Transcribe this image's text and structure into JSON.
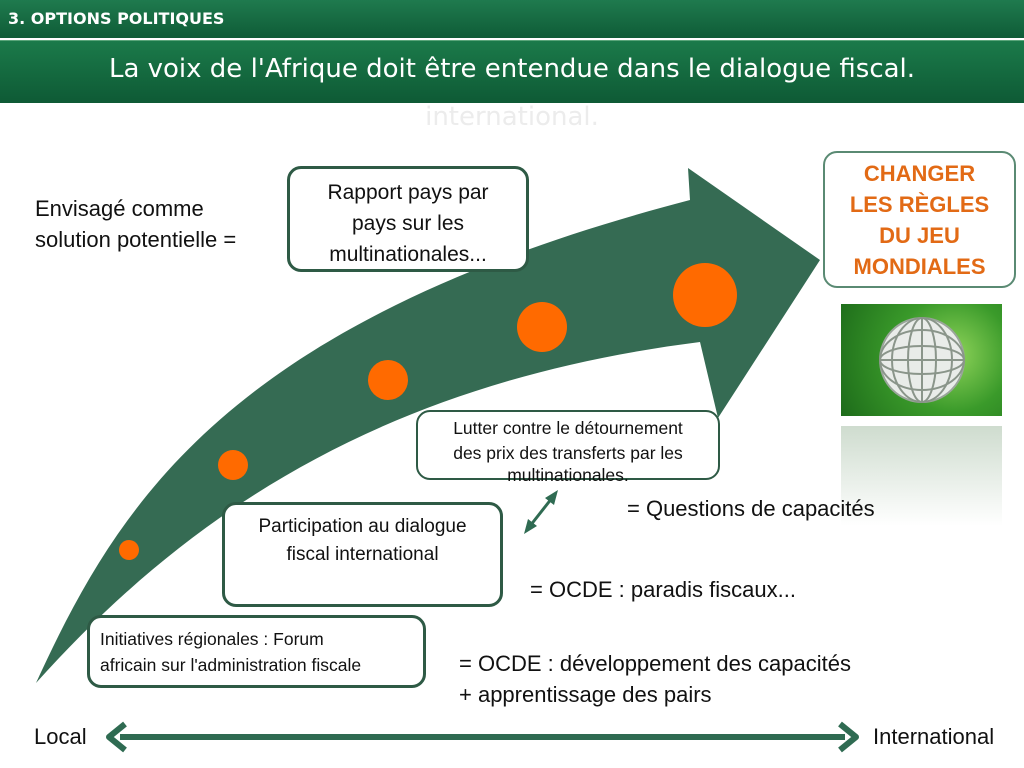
{
  "header": {
    "section": "3. OPTIONS POLITIQUES",
    "title": "La voix de l'Afrique doit être entendue dans le dialogue fiscal.",
    "title_overflow": "international."
  },
  "left_note": {
    "line1": "Envisagé comme",
    "line2": "solution potentielle ="
  },
  "boxes": {
    "rapport": [
      "Rapport pays par",
      "pays sur les",
      "multinationales..."
    ],
    "lutter": [
      "Lutter contre le détournement",
      "des prix des transferts par les",
      "multinationales."
    ],
    "participation": [
      "Participation au dialogue",
      "fiscal international"
    ],
    "initiatives": [
      "Initiatives régionales : Forum",
      "africain sur l'administration fiscale"
    ]
  },
  "goal": {
    "lines": [
      "CHANGER",
      "LES RÈGLES",
      "DU JEU",
      "MONDIALES"
    ],
    "color": "#e26a15"
  },
  "equals_notes": {
    "capacites": "= Questions de capacités",
    "paradis": "= OCDE : paradis fiscaux...",
    "developpement_line1": "= OCDE : développement des capacités",
    "developpement_line2": "+ apprentissage des pairs"
  },
  "axis": {
    "left": "Local",
    "right": "International"
  },
  "colors": {
    "header_green": "#0f5c37",
    "arrow_green": "#356b53",
    "dot_orange": "#ff6a00",
    "axis_green": "#2f6b52"
  },
  "icons": {
    "globe": "globe-icon",
    "double_arrow": "double-arrow-icon"
  }
}
